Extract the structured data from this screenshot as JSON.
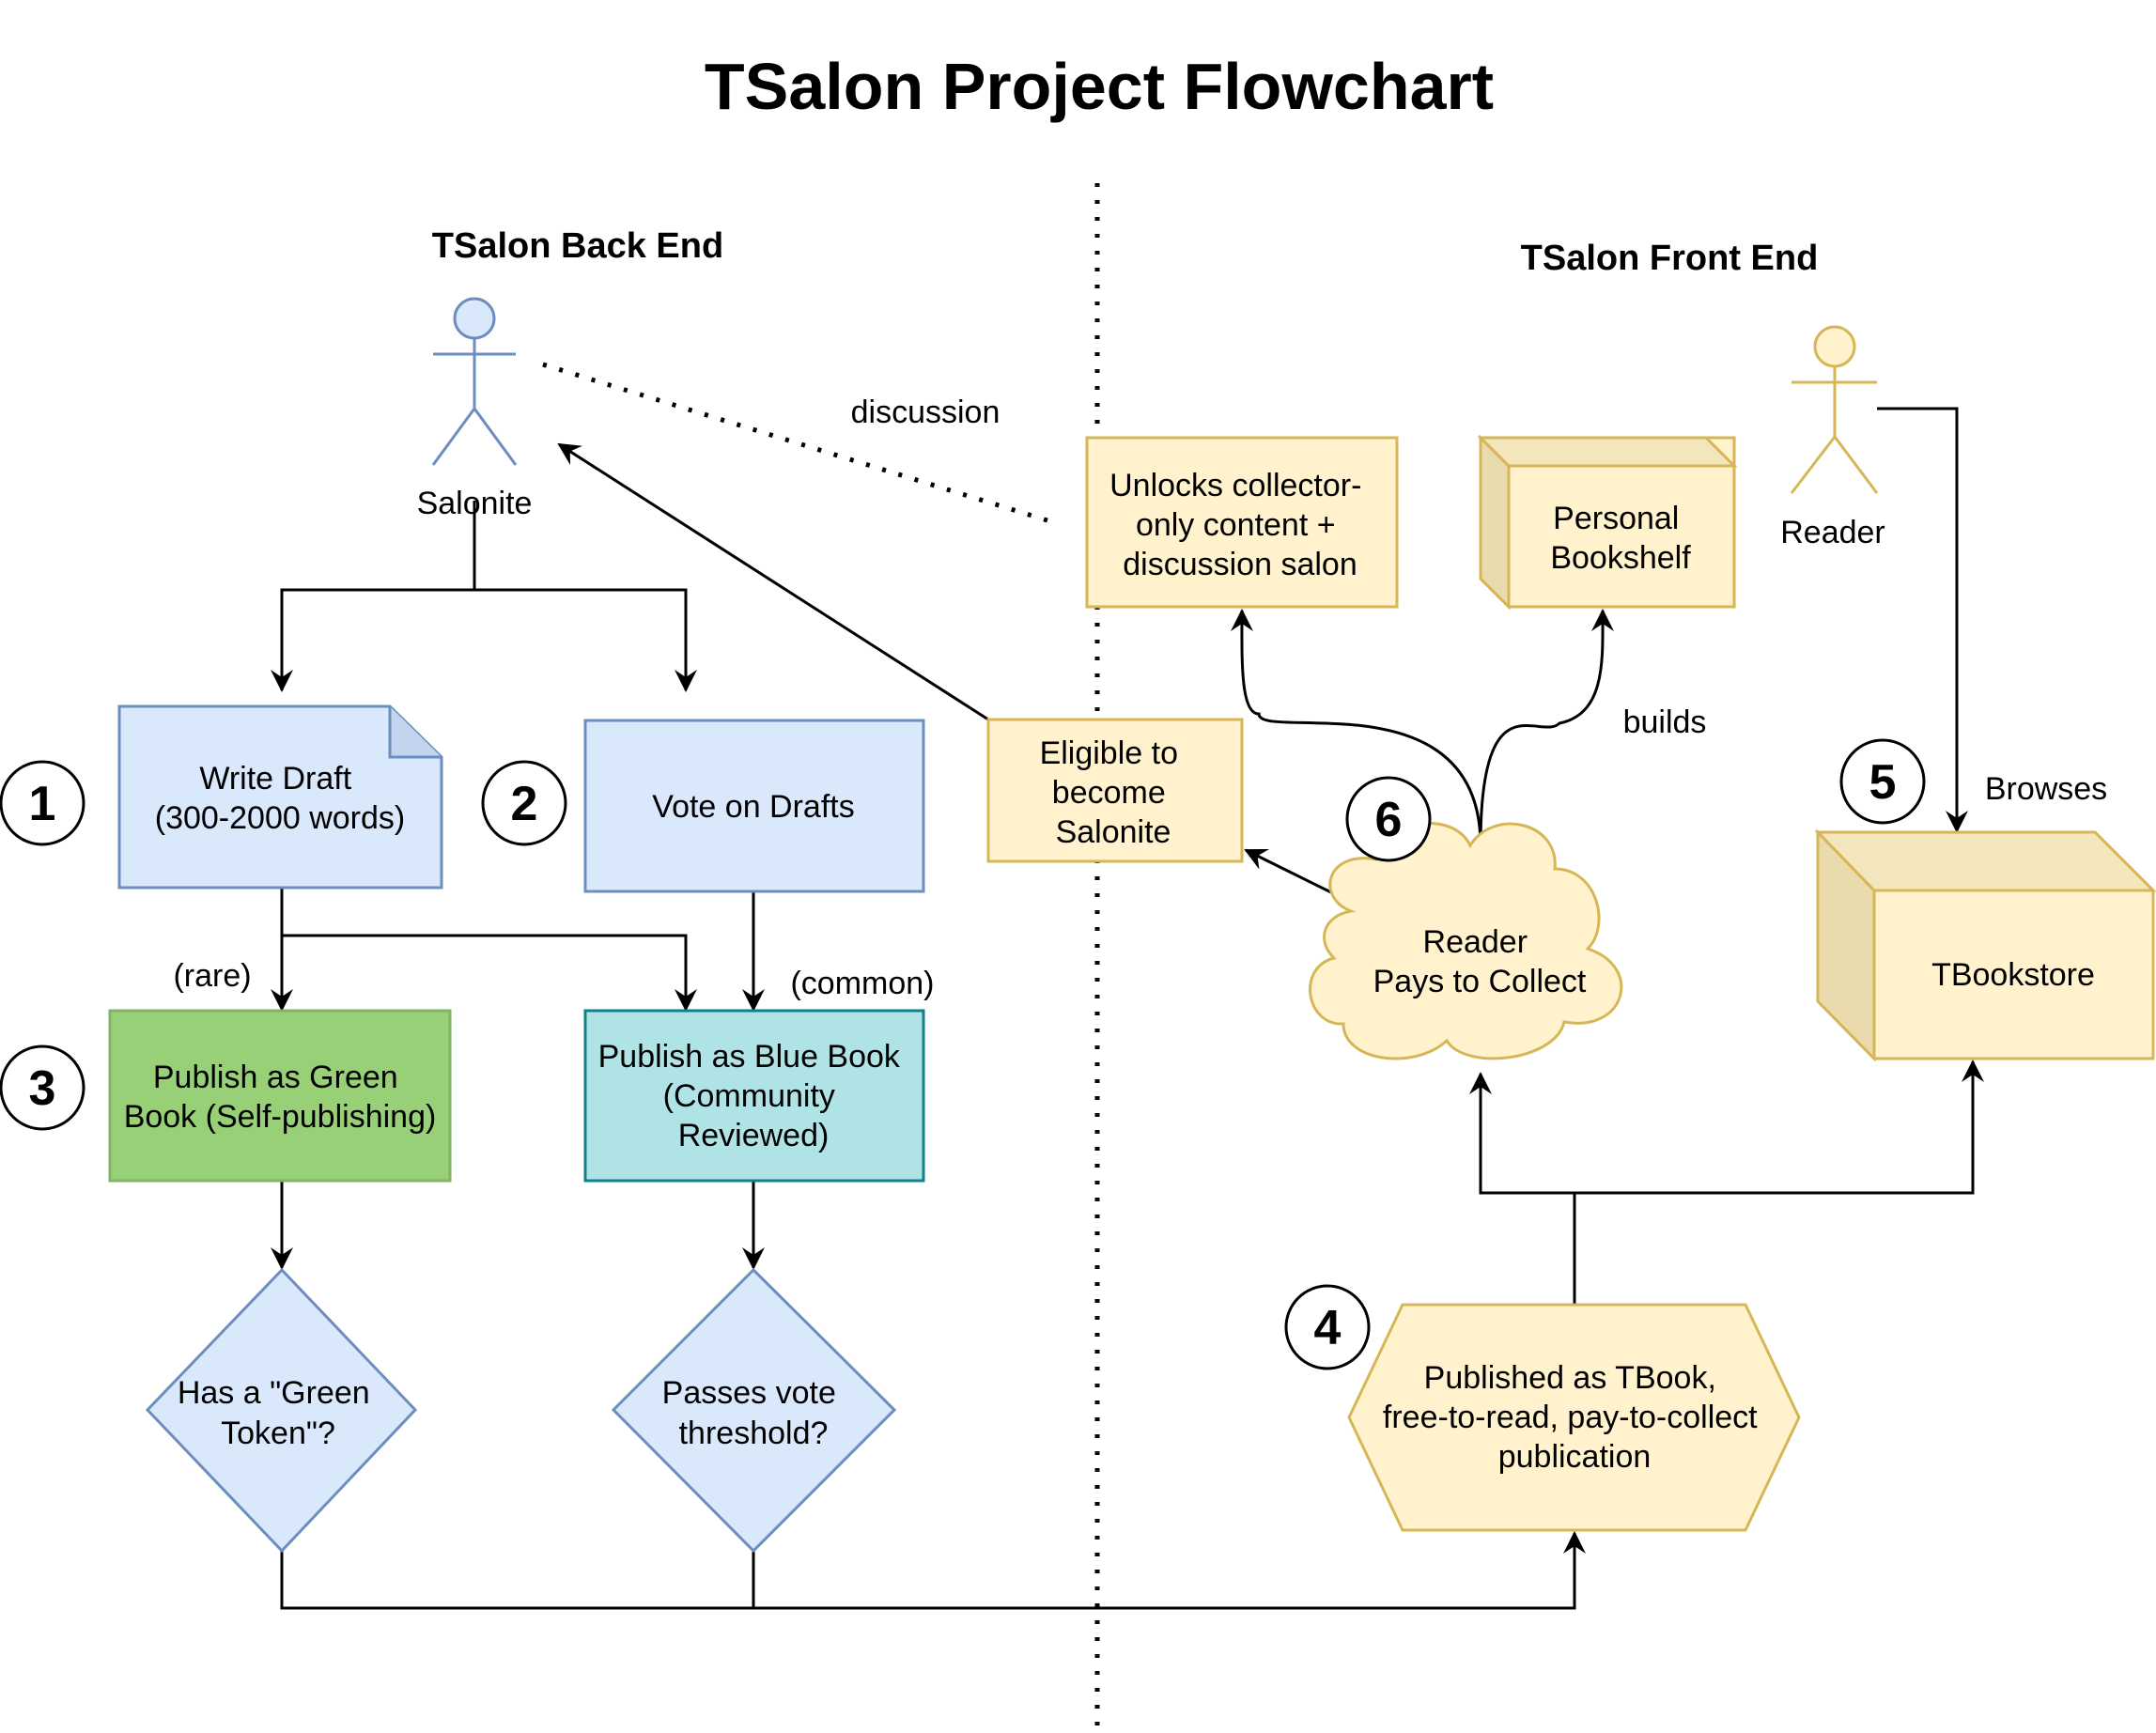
{
  "title": "TSalon Project Flowchart",
  "sections": {
    "back_end": "TSalon Back End",
    "front_end": "TSalon Front End"
  },
  "actors": {
    "salonite": "Salonite",
    "reader": "Reader"
  },
  "nodes": {
    "write_draft": [
      "Write Draft",
      "(300-2000 words)"
    ],
    "vote_drafts": [
      "Vote on Drafts"
    ],
    "green_book": [
      "Publish as Green",
      "Book (Self-publishing)"
    ],
    "blue_book": [
      "Publish as Blue Book",
      "(Community",
      "Reviewed)"
    ],
    "green_token": [
      "Has a \"Green",
      "Token\"?"
    ],
    "vote_threshold": [
      "Passes vote",
      "threshold?"
    ],
    "eligible": [
      "Eligible to",
      "become",
      "Salonite"
    ],
    "unlocks": [
      "Unlocks collector-",
      "only content +",
      "discussion salon"
    ],
    "bookshelf": [
      "Personal",
      "Bookshelf"
    ],
    "reader_pays": [
      "Reader",
      "Pays to Collect"
    ],
    "tbookstore": [
      "TBookstore"
    ],
    "published_tbook": [
      "Published as TBook,",
      "free-to-read, pay-to-collect",
      "publication"
    ]
  },
  "edge_labels": {
    "rare": "(rare)",
    "common": "(common)",
    "discussion": "discussion",
    "builds": "builds",
    "browses": "Browses"
  },
  "step_numbers": {
    "s1": "1",
    "s2": "2",
    "s3": "3",
    "s4": "4",
    "s5": "5",
    "s6": "6"
  },
  "colors": {
    "blue_fill": "#dae8fc",
    "blue_stroke": "#6c8ebf",
    "green_fill": "#97d077",
    "green_stroke": "#82b366",
    "teal_fill": "#b0e3e6",
    "teal_stroke": "#0e8088",
    "yellow_fill": "#fff2cc",
    "yellow_stroke": "#d6b656",
    "yellow_dark": "#e9dbad"
  }
}
